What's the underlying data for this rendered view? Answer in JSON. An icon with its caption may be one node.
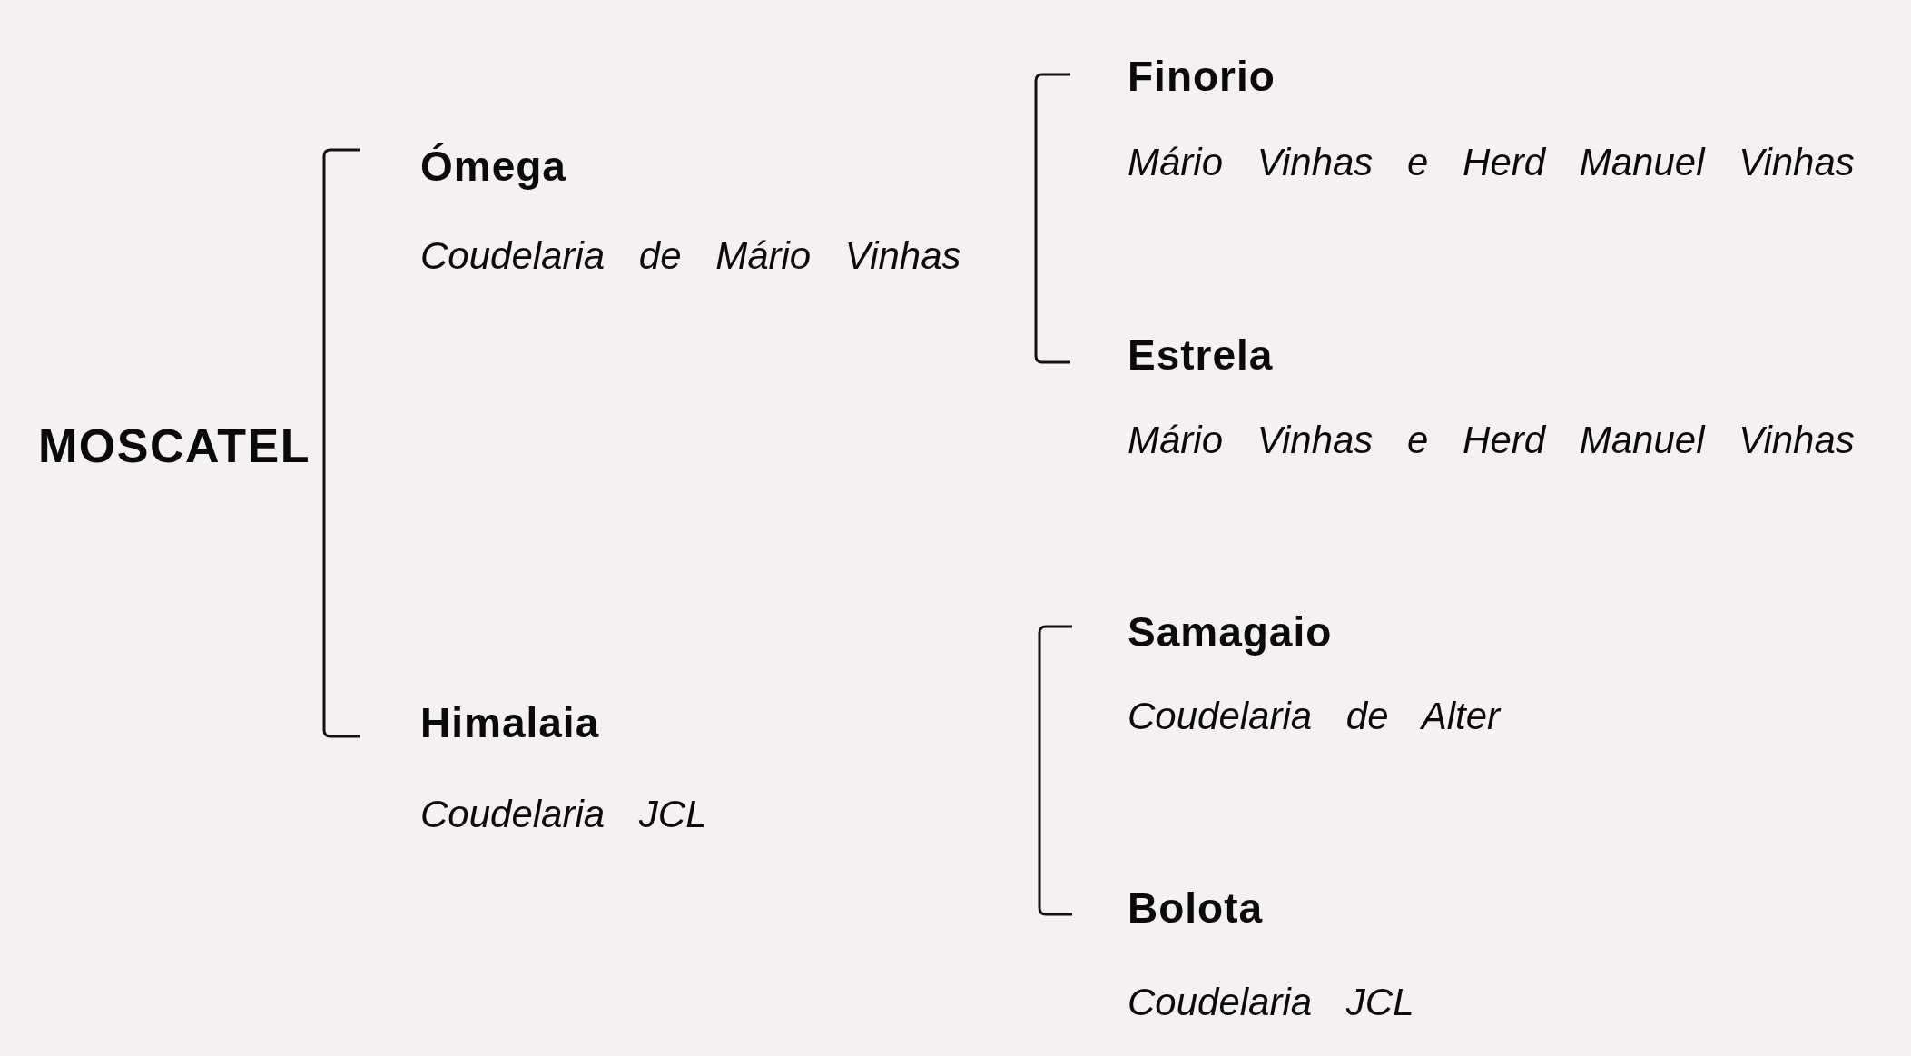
{
  "diagram": {
    "nodes": [
      {
        "text": [
          "MOSCATEL"
        ]
      },
      {
        "text": [
          "Ómega",
          "Coudelaria de Mário Vinhas"
        ]
      },
      {
        "text": [
          "Himalaia",
          "Coudelaria JCL"
        ]
      },
      {
        "text": [
          "Finorio",
          "Mário Vinhas e Herd Manuel Vinhas"
        ]
      },
      {
        "text": [
          "Estrela",
          "Mário Vinhas e Herd Manuel Vinhas"
        ]
      },
      {
        "text": [
          "Samagaio",
          "Coudelaria de Alter"
        ]
      },
      {
        "text": [
          "Bolota",
          "Coudelaria JCL"
        ]
      }
    ],
    "edges": [
      {
        "from": 0,
        "to": 1,
        "arrow": "none"
      },
      {
        "from": 0,
        "to": 2,
        "arrow": "none"
      },
      {
        "from": 1,
        "to": 3,
        "arrow": "none"
      },
      {
        "from": 1,
        "to": 4,
        "arrow": "none"
      },
      {
        "from": null,
        "to": 5,
        "arrow": "none"
      },
      {
        "from": null,
        "to": 6,
        "arrow": "none"
      }
    ]
  }
}
